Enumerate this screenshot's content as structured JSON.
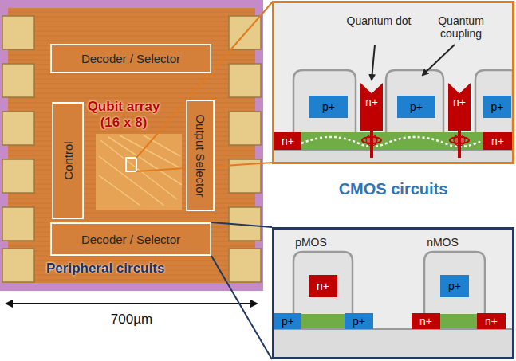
{
  "diagram": {
    "nodes": [
      {
        "text": [
          "Qubit array (16 x 8)",
          "Peripheral circuits"
        ]
      },
      {
        "text": [
          "Decoder / Selector"
        ],
        "in": 0
      },
      {
        "text": [
          "Control"
        ],
        "in": 0
      },
      {
        "text": [
          "Output Selector"
        ],
        "in": 0
      },
      {
        "text": [
          "Decoder / Selector"
        ],
        "in": 0
      },
      {
        "text": [
          "Quantum dot",
          "Quantum coupling"
        ]
      },
      {
        "text": [
          "p+"
        ],
        "in": 5
      },
      {
        "text": [
          "n+"
        ],
        "in": 5
      },
      {
        "text": [
          "p+"
        ],
        "in": 5
      },
      {
        "text": [
          "n+"
        ],
        "in": 5
      },
      {
        "text": [
          "p+"
        ],
        "in": 5
      },
      {
        "text": [
          "n+"
        ],
        "in": 5
      },
      {
        "text": [
          "n+"
        ],
        "in": 5
      },
      {
        "text": [
          "pMOS",
          "nMOS"
        ]
      },
      {
        "text": [
          "n+"
        ],
        "in": 13
      },
      {
        "text": [
          "p+"
        ],
        "in": 13
      },
      {
        "text": [
          "p+"
        ],
        "in": 13
      },
      {
        "text": [
          "p+"
        ],
        "in": 13
      },
      {
        "text": [
          "n+"
        ],
        "in": 13
      },
      {
        "text": [
          "n+"
        ],
        "in": 13
      }
    ],
    "edges": [
      {
        "from": 4,
        "to": 13,
        "arrow": "none"
      }
    ],
    "labels": [
      "CMOS circuits",
      "700µm"
    ]
  }
}
